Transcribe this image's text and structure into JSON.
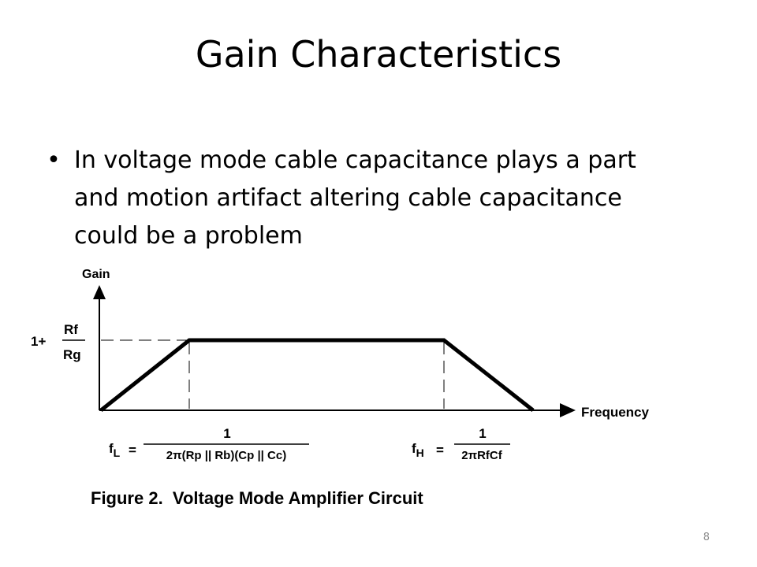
{
  "slide": {
    "title": "Gain Characteristics",
    "bullet": {
      "marker": "•",
      "lines": [
        "In voltage mode cable capacitance plays a part",
        "and motion artifact altering cable capacitance",
        "could be a problem"
      ]
    },
    "page_number": "8"
  },
  "figure": {
    "y_axis_label": "Gain",
    "x_axis_label": "Frequency",
    "gain_prefix": "1+",
    "gain_numerator": "Rf",
    "gain_denominator": "Rg",
    "fl": {
      "symbol": "f",
      "subscript": "L",
      "equals": "=",
      "numerator": "1",
      "denominator": "2π(Rp || Rb)(Cp || Cc)"
    },
    "fh": {
      "symbol": "f",
      "subscript": "H",
      "equals": "=",
      "numerator": "1",
      "denominator": "2πRfCf"
    },
    "caption": "Figure 2.  Voltage Mode Amplifier Circuit"
  }
}
